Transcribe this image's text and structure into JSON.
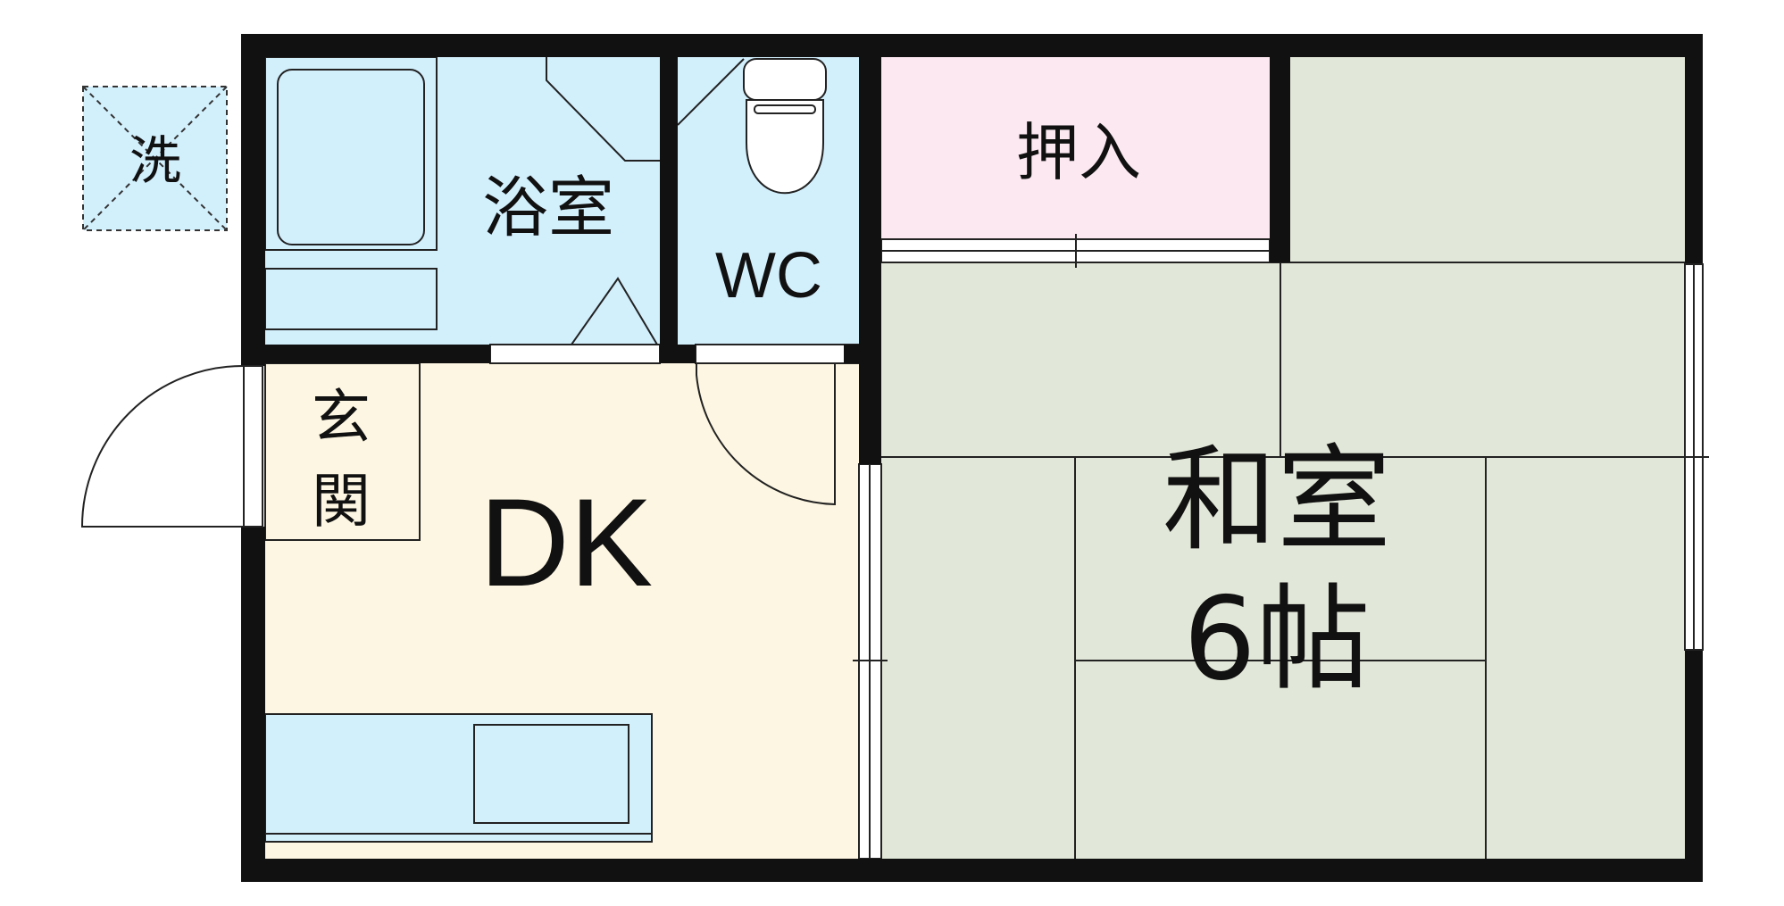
{
  "colors": {
    "wall": "#111111",
    "bath_wc": "#d2effc",
    "dk": "#fdf6e2",
    "tatami": "#e2e8d9",
    "closet": "#fce8f1",
    "kitchen_counter": "#d2effc"
  },
  "rooms": {
    "laundry": {
      "label": "洗"
    },
    "bath": {
      "label": "浴室"
    },
    "wc": {
      "label": "WC"
    },
    "closet": {
      "label": "押入"
    },
    "entrance": {
      "label_line1": "玄",
      "label_line2": "関"
    },
    "dk": {
      "label": "DK"
    },
    "washitsu": {
      "label_line1": "和室",
      "label_line2": "6帖"
    }
  },
  "icons": {
    "bathtub": "bathtub-icon",
    "toilet": "toilet-icon",
    "sink": "sink-icon",
    "door_swing": "door-swing-icon",
    "laundry_space": "laundry-pan-icon"
  }
}
